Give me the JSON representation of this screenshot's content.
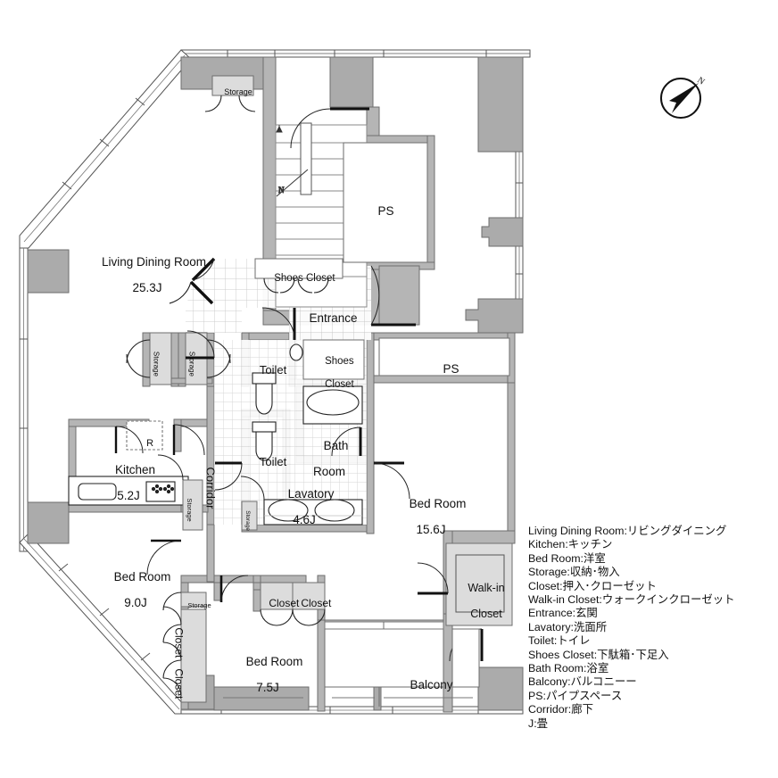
{
  "document": {
    "type": "floor-plan",
    "title": "Apartment Floor Plan",
    "compass": {
      "label": "N",
      "direction": "north-east"
    }
  },
  "rooms": [
    {
      "id": "living-dining",
      "name": "Living Dining Room",
      "size": "25.3J"
    },
    {
      "id": "kitchen",
      "name": "Kitchen",
      "size": "5.2J"
    },
    {
      "id": "bedroom-main",
      "name": "Bed Room",
      "size": "15.6J"
    },
    {
      "id": "bedroom-west",
      "name": "Bed Room",
      "size": "9.0J"
    },
    {
      "id": "bedroom-south",
      "name": "Bed Room",
      "size": "7.5J"
    },
    {
      "id": "lavatory",
      "name": "Lavatory",
      "size": "4.6J"
    },
    {
      "id": "bath-room",
      "name": "Bath\nRoom",
      "size": ""
    },
    {
      "id": "toilet-upper",
      "name": "Toilet",
      "size": ""
    },
    {
      "id": "toilet-lower",
      "name": "Toilet",
      "size": ""
    },
    {
      "id": "entrance",
      "name": "Entrance",
      "size": ""
    },
    {
      "id": "corridor",
      "name": "Corridor",
      "size": ""
    },
    {
      "id": "balcony",
      "name": "Balcony",
      "size": ""
    },
    {
      "id": "walk-in-closet",
      "name": "Walk-in\nCloset",
      "size": ""
    },
    {
      "id": "ps-stair",
      "name": "PS",
      "size": ""
    },
    {
      "id": "ps-bedroom",
      "name": "PS",
      "size": ""
    }
  ],
  "labels": {
    "living_dining_name": "Living Dining Room",
    "living_dining_size": "25.3J",
    "kitchen_name": "Kitchen",
    "kitchen_size": "5.2J",
    "kitchen_fridge": "R",
    "bedroom_main_name": "Bed Room",
    "bedroom_main_size": "15.6J",
    "bedroom_west_name": "Bed Room",
    "bedroom_west_size": "9.0J",
    "bedroom_south_name": "Bed Room",
    "bedroom_south_size": "7.5J",
    "lavatory_name": "Lavatory",
    "lavatory_size": "4.6J",
    "bath_room_line1": "Bath",
    "bath_room_line2": "Room",
    "toilet_upper": "Toilet",
    "toilet_lower": "Toilet",
    "entrance": "Entrance",
    "corridor": "Corridor",
    "balcony": "Balcony",
    "walkin_line1": "Walk-in",
    "walkin_line2": "Closet",
    "ps_stair": "PS",
    "ps_bedroom": "PS",
    "shoes_closet_entry": "Shoes Closet",
    "shoes_closet_line1": "Shoes",
    "shoes_closet_line2": "Closet",
    "storage_top": "Storage",
    "storage_ld_a": "Storage",
    "storage_ld_b": "Storage",
    "storage_kitchen": "Storage",
    "storage_lavatory": "Storage",
    "storage_south": "Storage",
    "closet_south_a": "Closet",
    "closet_south_b": "Closet",
    "closet_bed_a": "Closet",
    "closet_bed_b": "Closet",
    "compass_n": "N"
  },
  "legend": {
    "entries": [
      "Living Dining Room:リビングダイニング",
      "Kitchen:キッチン",
      "Bed Room:洋室",
      "Storage:収納･物入",
      "Closet:押入･クローゼット",
      "Walk-in Closet:ウォークインクローゼット",
      "Entrance:玄関",
      "Lavatory:洗面所",
      "Toilet:トイレ",
      "Shoes Closet:下駄箱･下足入",
      "Bath Room:浴室",
      "Balcony:バルコニーー",
      "PS:パイプスペース",
      "Corridor:廊下",
      "J:畳"
    ]
  },
  "colors": {
    "wall_structural": "#ababab",
    "wall_partition": "#b5b5b5",
    "wall_outline": "#6e6e6e",
    "closet_fill": "#dcdcdc",
    "walkin_fill": "#dcdcdc",
    "background": "#ffffff",
    "line": "#222222",
    "tile_grid": "#c4c4c4",
    "text": "#111111"
  }
}
